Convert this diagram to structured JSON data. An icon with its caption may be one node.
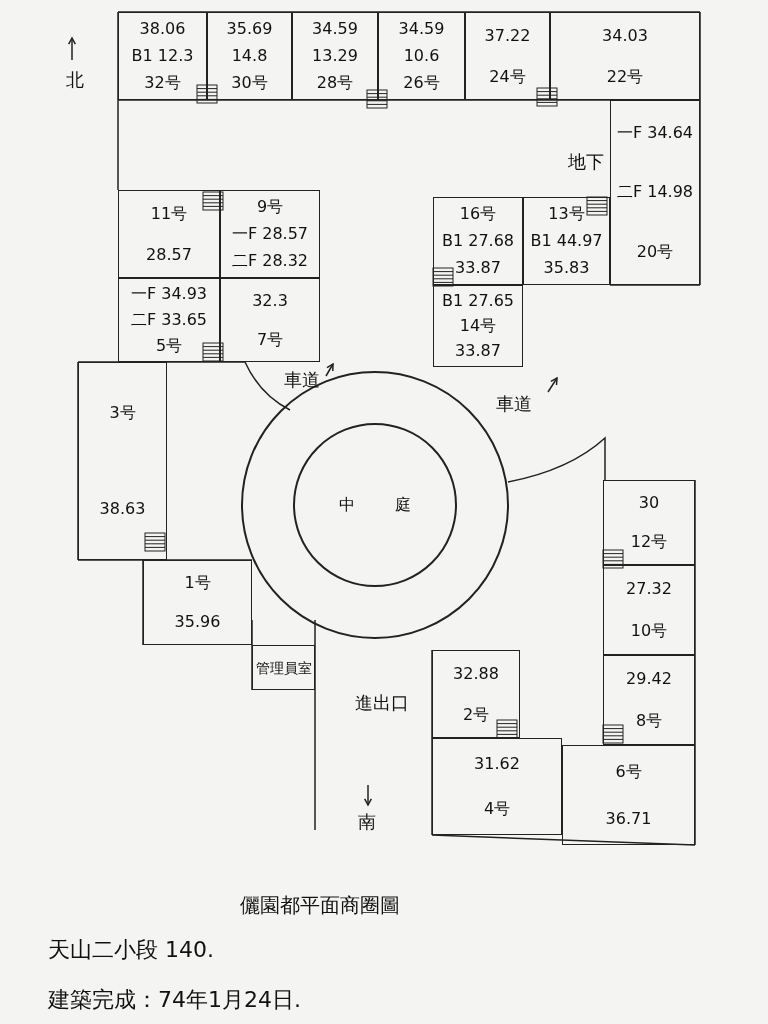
{
  "diagram": {
    "title": "儷園都平面商圈圖",
    "nodes": [
      {
        "text": [
          "38.06",
          "B1 12.3",
          "32号"
        ]
      },
      {
        "text": [
          "35.69",
          "14.8",
          "30号"
        ]
      },
      {
        "text": [
          "34.59",
          "13.29",
          "28号"
        ]
      },
      {
        "text": [
          "34.59",
          "10.6",
          "26号"
        ]
      },
      {
        "text": [
          "37.22",
          "24号"
        ]
      },
      {
        "text": [
          "34.03",
          "22号"
        ]
      },
      {
        "text": [
          "一F 34.64",
          "二F 14.98",
          "20号"
        ],
        "beside": [
          "地下"
        ]
      },
      {
        "text": [
          "11号",
          "28.57"
        ]
      },
      {
        "text": [
          "9号",
          "一F 28.57",
          "二F 28.32"
        ]
      },
      {
        "text": [
          "16号",
          "B1 27.68",
          "33.87"
        ]
      },
      {
        "text": [
          "13号",
          "B1 44.97",
          "35.83"
        ]
      },
      {
        "text": [
          "一F 34.93",
          "二F 33.65",
          "5号"
        ]
      },
      {
        "text": [
          "32.3",
          "7号"
        ]
      },
      {
        "text": [
          "B1 27.65",
          "14号",
          "33.87"
        ]
      },
      {
        "text": [
          "3号",
          "38.63"
        ]
      },
      {
        "text": [
          "中庭"
        ]
      },
      {
        "text": [
          "30",
          "12号"
        ]
      },
      {
        "text": [
          "27.32",
          "10号"
        ]
      },
      {
        "text": [
          "1号",
          "35.96"
        ]
      },
      {
        "text": [
          "管理員室"
        ]
      },
      {
        "text": [
          "32.88",
          "2号"
        ]
      },
      {
        "text": [
          "29.42",
          "8号"
        ]
      },
      {
        "text": [
          "31.62",
          "4号"
        ]
      },
      {
        "text": [
          "6号",
          "36.71"
        ]
      }
    ],
    "labels": [
      "北",
      "車道",
      "車道",
      "進出口",
      "南",
      "天山二小段 140.",
      "建築完成：74年1月24日."
    ]
  }
}
